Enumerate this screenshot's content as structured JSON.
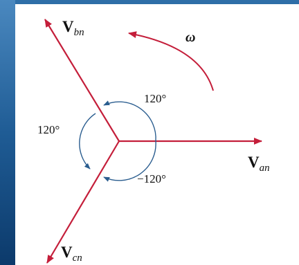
{
  "diagram": {
    "phasors": [
      {
        "id": "van",
        "name": "V",
        "subscript": "an",
        "angle_deg": 0
      },
      {
        "id": "vbn",
        "name": "V",
        "subscript": "bn",
        "angle_deg": 120
      },
      {
        "id": "vcn",
        "name": "V",
        "subscript": "cn",
        "angle_deg": -120
      }
    ],
    "angle_labels": {
      "upper": "120°",
      "left": "120°",
      "lower": "−120°"
    },
    "rotation_label": "ω",
    "colors": {
      "phasor": "#c41e3a",
      "angle_arc": "#2a5d8f",
      "text": "#111111",
      "panel": "#ffffff",
      "background": "#1d5a93"
    }
  }
}
